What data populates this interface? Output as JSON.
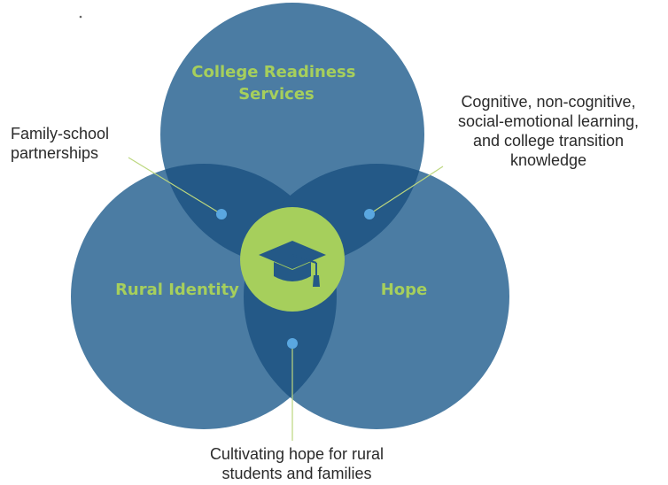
{
  "diagram": {
    "circles": [
      {
        "label_lines": [
          "College Readiness",
          "Services"
        ]
      },
      {
        "label_lines": [
          "Rural Identity"
        ]
      },
      {
        "label_lines": [
          "Hope"
        ]
      }
    ],
    "center_icon": "graduation-cap-icon",
    "callouts": [
      {
        "lines": [
          "Family-school",
          "partnerships"
        ]
      },
      {
        "lines": [
          "Cognitive, non-cognitive,",
          "social-emotional learning,",
          "and college transition",
          "knowledge"
        ]
      },
      {
        "lines": [
          "Cultivating hope for rural",
          "students and families"
        ]
      }
    ]
  },
  "colors": {
    "circle_fill": "#4b7ca3",
    "overlap_fill": "#245987",
    "center_fill": "#a6cf5c",
    "label_text": "#a6cf5c",
    "dot_fill": "#5aa7e0",
    "leader_line": "#bcd77e",
    "icon_fill": "#245987"
  }
}
